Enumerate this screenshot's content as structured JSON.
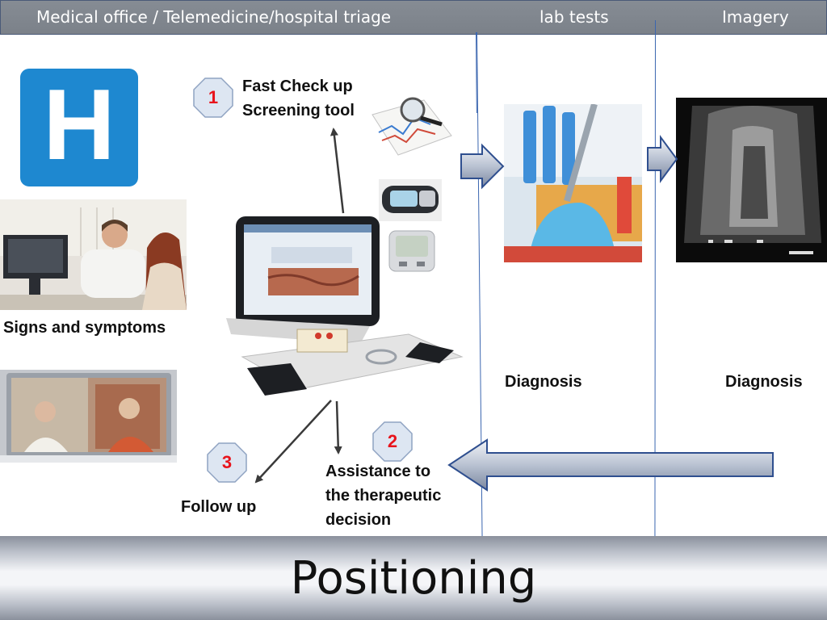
{
  "header": {
    "col1": "Medical office / Telemedicine/hospital triage",
    "col2": "lab tests",
    "col3": "Imagery"
  },
  "steps": [
    {
      "number": "1",
      "lines": [
        "Fast Check up",
        "Screening tool"
      ]
    },
    {
      "number": "2",
      "lines": [
        "Assistance to",
        "the therapeutic",
        "decision"
      ]
    },
    {
      "number": "3",
      "lines": [
        "Follow up"
      ]
    }
  ],
  "labels": {
    "signs": "Signs and symptoms",
    "diagnosis_lab": "Diagnosis",
    "diagnosis_imagery": "Diagnosis"
  },
  "hospital_sign_letter": "H",
  "footer_title": "Positioning",
  "colors": {
    "header_bg": "#7f858d",
    "hospital_blue": "#1e88d0",
    "badge_number": "#e8141c",
    "divider": "#3b66b0",
    "arrow_fill": "#c5ccd8"
  }
}
